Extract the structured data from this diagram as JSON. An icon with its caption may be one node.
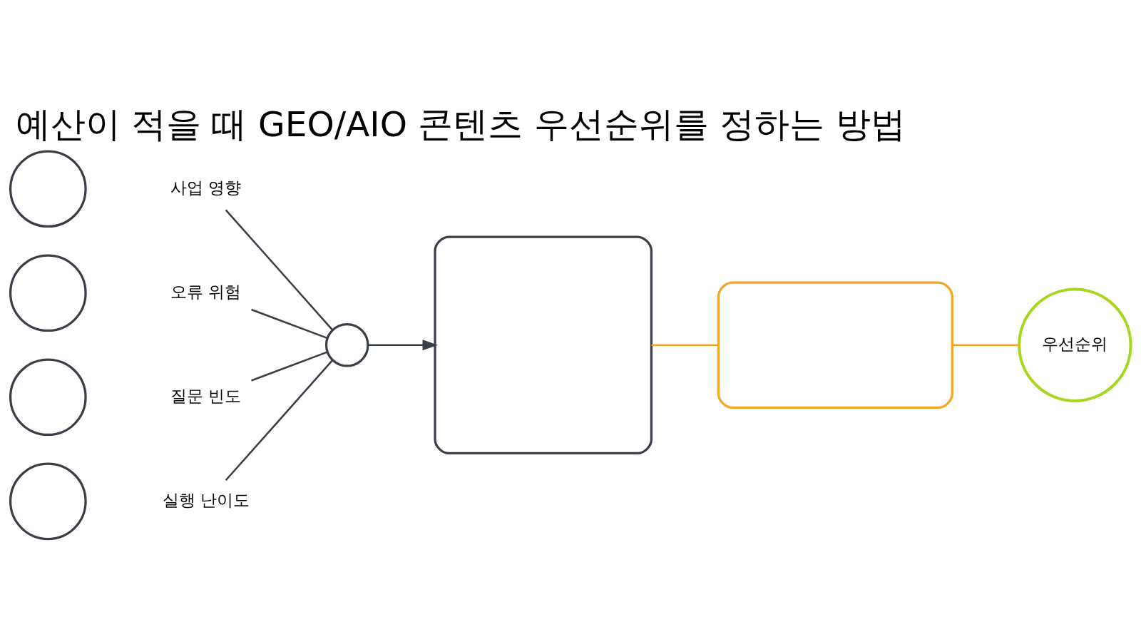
{
  "diagram": {
    "title": "예산이 적을 때 GEO/AIO 콘텐츠 우선순위를 정하는 방법",
    "nodes": [
      {
        "text": [],
        "shape": "circle"
      },
      {
        "text": [
          "사업 영향"
        ]
      },
      {
        "text": [],
        "shape": "circle"
      },
      {
        "text": [
          "오류 위험"
        ]
      },
      {
        "text": [],
        "shape": "circle"
      },
      {
        "text": [
          "질문 빈도"
        ]
      },
      {
        "text": [],
        "shape": "circle"
      },
      {
        "text": [
          "실행 난이도"
        ]
      },
      {
        "text": [],
        "shape": "circle"
      },
      {
        "text": [],
        "shape": "box"
      },
      {
        "text": [],
        "shape": "box"
      },
      {
        "text": [
          "우선순위"
        ]
      }
    ],
    "edges": [
      {
        "from": 1,
        "to": 8,
        "arrow": "none"
      },
      {
        "from": 3,
        "to": 8,
        "arrow": "none"
      },
      {
        "from": 5,
        "to": 8,
        "arrow": "none"
      },
      {
        "from": 7,
        "to": 8,
        "arrow": "none"
      },
      {
        "from": 8,
        "to": 9,
        "arrow": "to"
      },
      {
        "from": 9,
        "to": 10,
        "arrow": "none",
        "color": "#f5a623"
      },
      {
        "from": 10,
        "to": 11,
        "arrow": "none",
        "color": "#f5a623"
      }
    ]
  }
}
